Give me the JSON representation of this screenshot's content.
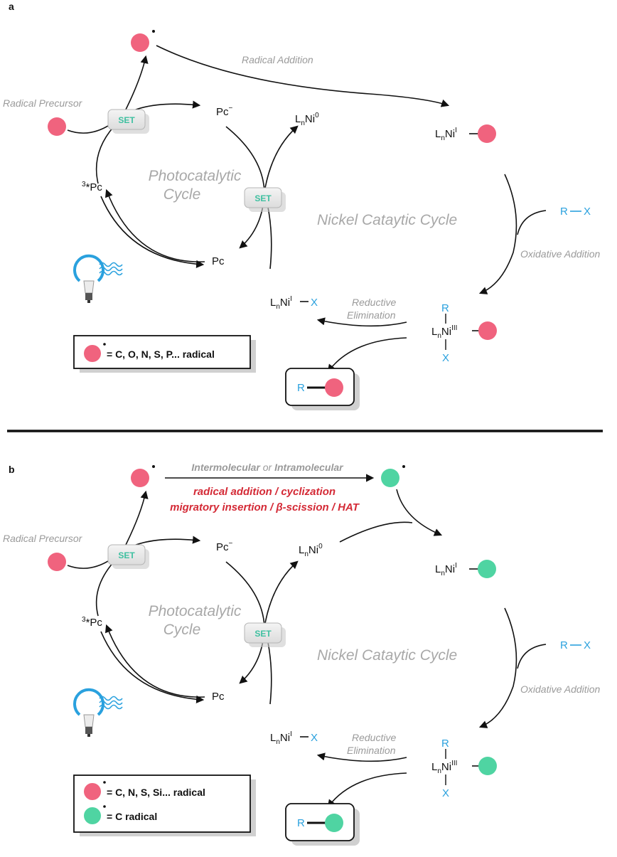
{
  "panels": [
    {
      "letter": "a",
      "radical_precursor": "Radical Precursor",
      "radical_addition": "Radical Addition",
      "set": "SET",
      "pc_minus": "Pc",
      "pc_minus_sup": "−",
      "star_pc_pre": "3",
      "star_pc": "*Pc",
      "pc": "Pc",
      "photo_line1": "Photocatalytic",
      "photo_line2": "Cycle",
      "nickel_cycle": "Nickel Cataytic Cycle",
      "ni0": "L",
      "ni0_sub": "n",
      "ni0_main": "Ni",
      "ni0_sup": "0",
      "nii_sup": "I",
      "niii_sup": "III",
      "rx_r": "R",
      "rx_x": "X",
      "oxidative_addition": "Oxidative Addition",
      "reductive1": "Reductive",
      "reductive2": "Elimination",
      "legend": [
        {
          "text": "= C, O, N, S, P... radical",
          "color": "#f0637e"
        }
      ]
    },
    {
      "letter": "b",
      "radical_precursor": "Radical Precursor",
      "top_arrow_1": "Intermolecular",
      "top_arrow_or": " or ",
      "top_arrow_2": "Intramolecular",
      "red_line1": "radical addition / cyclization",
      "red_line2": "migratory insertion / β-scission / HAT",
      "set": "SET",
      "pc_minus": "Pc",
      "pc_minus_sup": "−",
      "star_pc_pre": "3",
      "star_pc": "*Pc",
      "pc": "Pc",
      "photo_line1": "Photocatalytic",
      "photo_line2": "Cycle",
      "nickel_cycle": "Nickel Cataytic Cycle",
      "ni0": "L",
      "ni0_sub": "n",
      "ni0_main": "Ni",
      "ni0_sup": "0",
      "nii_sup": "I",
      "niii_sup": "III",
      "rx_r": "R",
      "rx_x": "X",
      "oxidative_addition": "Oxidative Addition",
      "reductive1": "Reductive",
      "reductive2": "Elimination",
      "legend": [
        {
          "text": "= C, N, S, Si... radical",
          "color": "#f0637e"
        },
        {
          "text": "= C radical",
          "color": "#4fd4a2"
        }
      ]
    }
  ],
  "colors": {
    "pink_radical": "#f0637e",
    "green_radical": "#4fd4a2",
    "blue_label": "#2aa1de",
    "red_text": "#d42a36"
  }
}
